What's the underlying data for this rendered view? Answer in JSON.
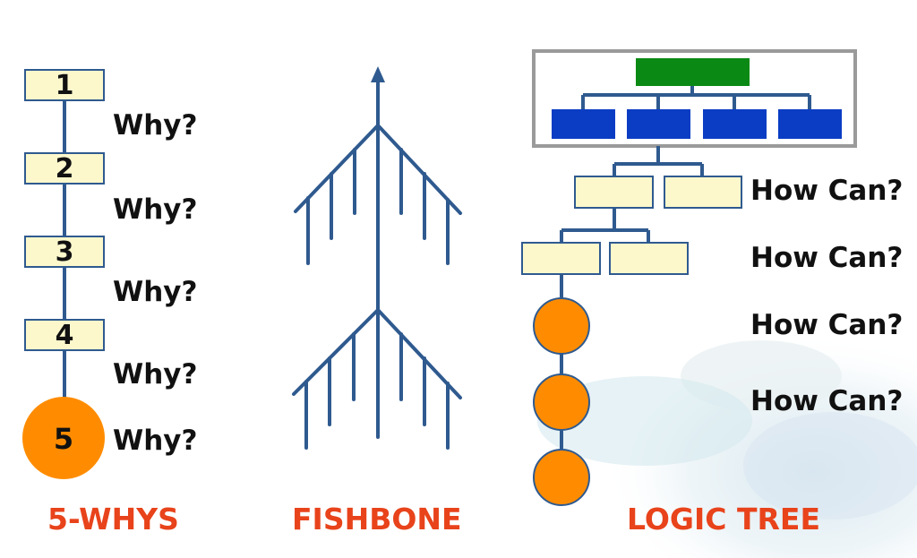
{
  "five_whys": {
    "boxes": [
      "1",
      "2",
      "3",
      "4"
    ],
    "circle": "5",
    "why_labels": [
      "Why?",
      "Why?",
      "Why?",
      "Why?",
      "Why?"
    ],
    "caption": "5-WHYS"
  },
  "fishbone": {
    "caption": "FISHBONE"
  },
  "logic_tree": {
    "how_labels": [
      "How Can?",
      "How Can?",
      "How Can?",
      "How Can?"
    ],
    "caption": "LOGIC TREE"
  },
  "colors": {
    "line": "#2f5a8f",
    "box_fill": "#fcf8cc",
    "orange": "#ff8c00",
    "green": "#0a8a14",
    "blue_box": "#0b3dc4",
    "caption": "#e8431b",
    "frame": "#9a9a9a"
  }
}
